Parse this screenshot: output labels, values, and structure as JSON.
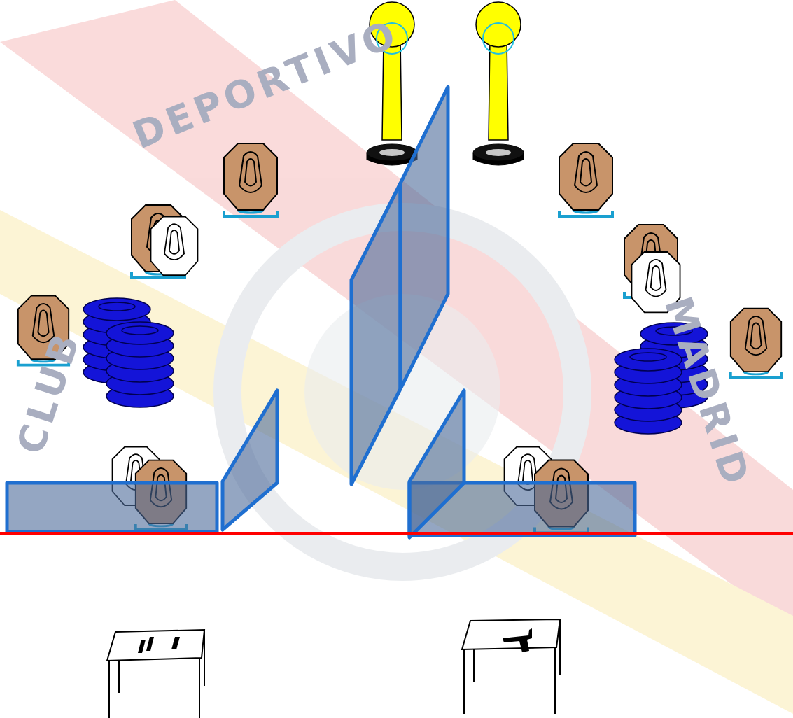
{
  "diagram": {
    "labels": [
      "CLUB",
      "DEPORTIVO",
      "MADRID"
    ]
  }
}
